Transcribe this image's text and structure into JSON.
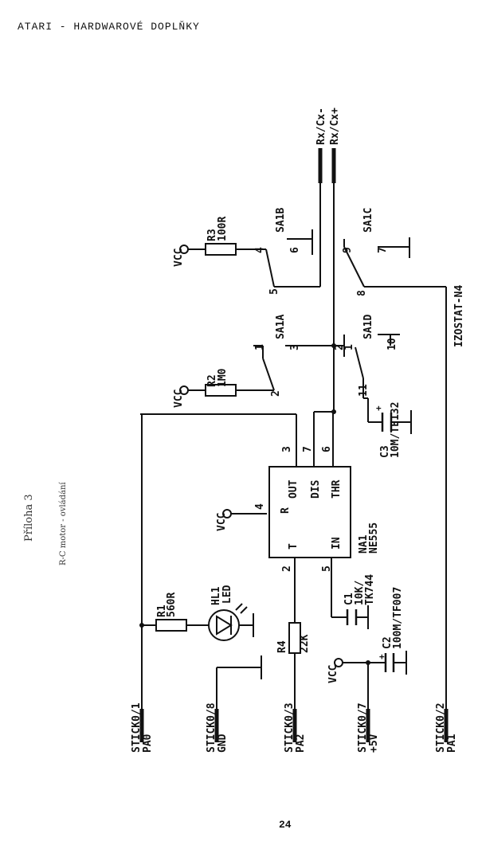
{
  "header": "ATARI - HARDWAROVÉ DOPLŇKY",
  "page_number": "24",
  "figure": {
    "caption_main": "Příloha 3",
    "caption_sub": "R-C motor - ovládání"
  },
  "components": {
    "R1": [
      "R1",
      "560R"
    ],
    "R2": [
      "R2",
      "1M0"
    ],
    "R3": [
      "R3",
      "100R"
    ],
    "R4": [
      "R4",
      "22K"
    ],
    "HL1": [
      "HL1",
      "LED"
    ],
    "C1": [
      "C1",
      "10K/",
      "TK744"
    ],
    "C2": [
      "C2",
      "100M/TF007"
    ],
    "C3": [
      "C3",
      "10M/TE132"
    ],
    "NA1": [
      "NA1",
      "NE555"
    ],
    "connector": "IZOSTAT-N4"
  },
  "ic_pins": {
    "R": "R",
    "OUT": "OUT",
    "DIS": "DIS",
    "THR": "THR",
    "T": "T",
    "IN": "IN"
  },
  "pin_numbers": {
    "p3": "3",
    "p7": "7",
    "p6": "6",
    "p4": "4",
    "p2": "2",
    "p5": "5"
  },
  "switches": {
    "SA1A": {
      "name": "SA1A",
      "pins": [
        "1",
        "2",
        "3"
      ]
    },
    "SA1B": {
      "name": "SA1B",
      "pins": [
        "4",
        "5",
        "6"
      ]
    },
    "SA1C": {
      "name": "SA1C",
      "pins": [
        "9",
        "8",
        "7"
      ]
    },
    "SA1D": {
      "name": "SA1D",
      "pins": [
        "1",
        "2",
        "10",
        "11"
      ]
    }
  },
  "supply": "VCC",
  "connectors": [
    {
      "name": "STICK0/1",
      "signal": "PA0"
    },
    {
      "name": "STICK0/8",
      "signal": "GND"
    },
    {
      "name": "STICK0/3",
      "signal": "PA2"
    },
    {
      "name": "STICK0/7",
      "signal": "+5V"
    },
    {
      "name": "STICK0/2",
      "signal": "PA1"
    }
  ],
  "outputs": [
    "Rx/Cx-",
    "Rx/Cx+"
  ],
  "plus_sign": "+"
}
